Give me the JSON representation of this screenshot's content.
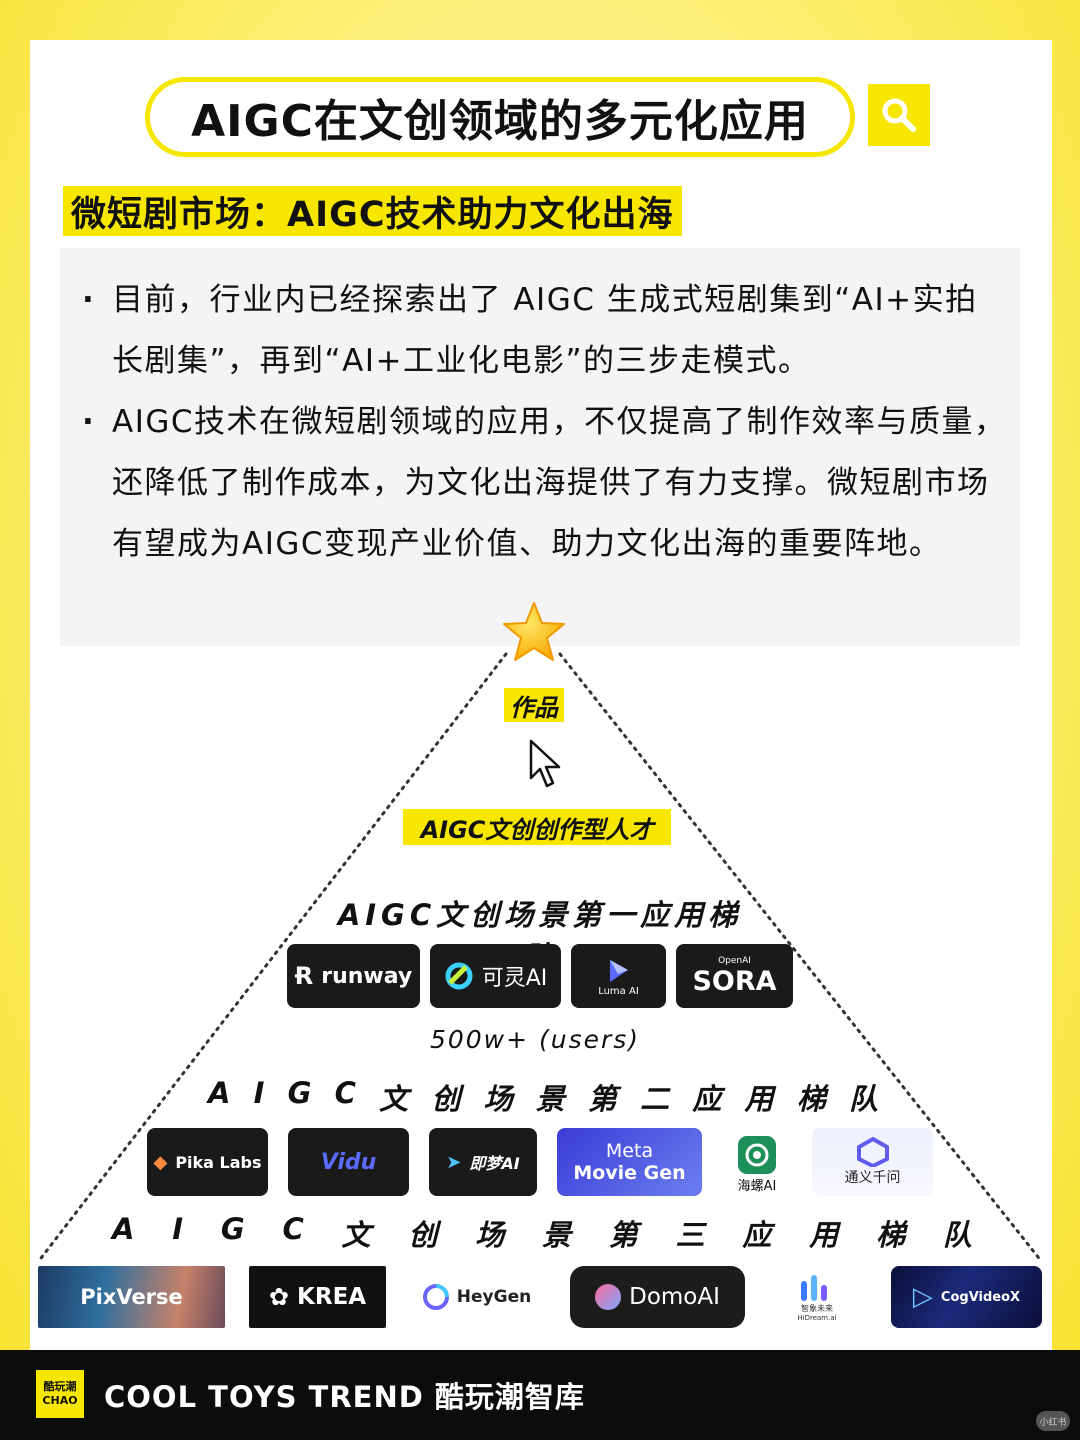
{
  "header": {
    "title": "AIGC在文创领域的多元化应用",
    "search_icon": "search-icon"
  },
  "section": {
    "subtitle": "微短剧市场：AIGC技术助力文化出海",
    "bullets": [
      "目前，行业内已经探索出了 AIGC 生成式短剧集到“AI+实拍长剧集”，再到“AI+工业化电影”的三步走模式。",
      "AIGC技术在微短剧领域的应用，不仅提高了制作效率与质量，还降低了制作成本，为文化出海提供了有力支撑。微短剧市场有望成为AIGC变现产业价值、助力文化出海的重要阵地。"
    ],
    "bullet_marker": "·"
  },
  "pyramid": {
    "top_label": "作品",
    "talent_label": "AIGC文创创作型人才",
    "tier1": {
      "label": "AIGC文创场景第一应用梯队",
      "users": "500w+ (users)",
      "logos": [
        "runway",
        "可灵AI",
        "Luma AI",
        "SORA"
      ],
      "openai_text": "OpenAI"
    },
    "tier2": {
      "label": "AIGC文创场景第二应用梯队",
      "logos": [
        "Pika Labs",
        "Vidu",
        "即梦AI",
        "Meta",
        "Movie Gen",
        "海螺AI",
        "通义千问"
      ]
    },
    "tier3": {
      "label": "AIGC文创场景第三应用梯队",
      "logos": [
        "PixVerse",
        "KREA",
        "HeyGen",
        "DomoAI",
        "智象未来",
        "HiDream.ai",
        "CogVideoX"
      ]
    }
  },
  "footer": {
    "logo_text": "酷玩潮 CHAO",
    "brand": "COOL TOYS TREND 酷玩潮智库",
    "watermark": "小红书"
  },
  "colors": {
    "accent": "#f6e600",
    "dark": "#111111",
    "panel": "#f4f4f4"
  }
}
